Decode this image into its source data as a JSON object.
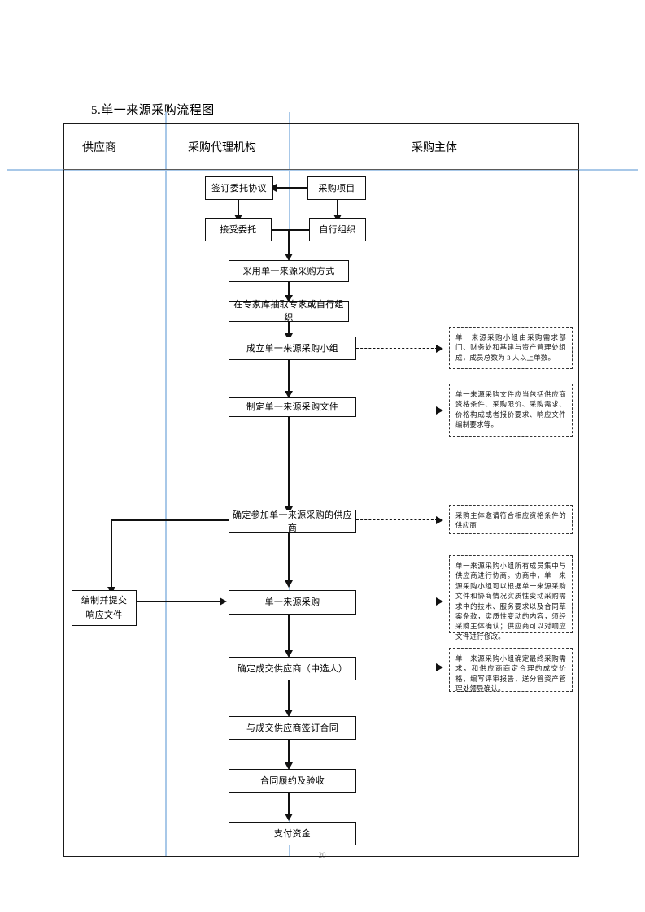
{
  "document": {
    "title": "5.单一来源采购流程图",
    "page_number": "20"
  },
  "colors": {
    "guide_line": "#a8c8e8",
    "border": "#111111",
    "background": "#ffffff"
  },
  "columns": [
    {
      "label": "供应商"
    },
    {
      "label": "采购代理机构"
    },
    {
      "label": "采购主体"
    }
  ],
  "nodes": [
    {
      "id": "sign-entrust",
      "label": "签订委托协议"
    },
    {
      "id": "purchase-project",
      "label": "采购项目"
    },
    {
      "id": "accept-entrust",
      "label": "接受委托"
    },
    {
      "id": "self-organize",
      "label": "自行组织"
    },
    {
      "id": "adopt-single-source",
      "label": "采用单一来源采购方式"
    },
    {
      "id": "draw-experts",
      "label": "在专家库抽取专家或自行组织"
    },
    {
      "id": "form-group",
      "label": "成立单一来源采购小组"
    },
    {
      "id": "make-documents",
      "label": "制定单一来源采购文件"
    },
    {
      "id": "determine-suppliers",
      "label": "确定参加单一来源采购的供应商"
    },
    {
      "id": "prepare-response",
      "label_line1": "编制并提交",
      "label_line2": "响应文件"
    },
    {
      "id": "single-source-procurement",
      "label": "单一来源采购"
    },
    {
      "id": "determine-winner",
      "label": "确定成交供应商（中选人）"
    },
    {
      "id": "sign-contract",
      "label": "与成交供应商签订合同"
    },
    {
      "id": "contract-performance",
      "label": "合同履约及验收"
    },
    {
      "id": "pay-funds",
      "label": "支付资金"
    }
  ],
  "notes": [
    {
      "id": "note-group",
      "text": "单一来源采购小组由采购需求部门、财务处和基建与资产管理处组成，成员总数为 3 人以上单数。"
    },
    {
      "id": "note-documents",
      "text": "单一来源采购文件应当包括供应商资格条件、采购限价、采购需求、价格构成或者报价要求、响应文件编制要求等。"
    },
    {
      "id": "note-suppliers",
      "text": "采购主体邀请符合相应资格条件的供应商"
    },
    {
      "id": "note-negotiation",
      "text": "单一来源采购小组所有成员集中与供应商进行协商。协商中，单一来源采购小组可以根据单一来源采购文件和协商情况实质性变动采购需求中的技术、服务要求以及合同草案条款，实质性变动的内容，须经采购主体确认；供应商可以对响应文件进行修改。"
    },
    {
      "id": "note-winner",
      "text": "单一来源采购小组确定最终采购需求，和供应商商定合理的成交价格，编写评审报告，送分管资产管理处领导确认。"
    }
  ]
}
